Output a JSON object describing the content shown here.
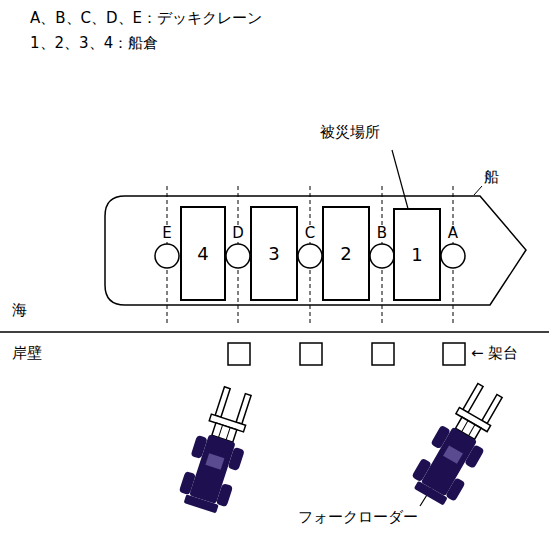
{
  "diagram": {
    "nodes": [
      {
        "text": [
          "E"
        ]
      },
      {
        "text": [
          "4"
        ]
      },
      {
        "text": [
          "D"
        ]
      },
      {
        "text": [
          "3"
        ]
      },
      {
        "text": [
          "C"
        ]
      },
      {
        "text": [
          "2"
        ]
      },
      {
        "text": [
          "B"
        ]
      },
      {
        "text": [
          "1"
        ]
      },
      {
        "text": [
          "A"
        ]
      }
    ],
    "labels": [
      "A、B、C、D、E：デッキクレーン",
      "1、2、3、4：船倉",
      "被災場所",
      "船",
      "海",
      "岸壁",
      "← 架台",
      "フォークローダー"
    ]
  }
}
